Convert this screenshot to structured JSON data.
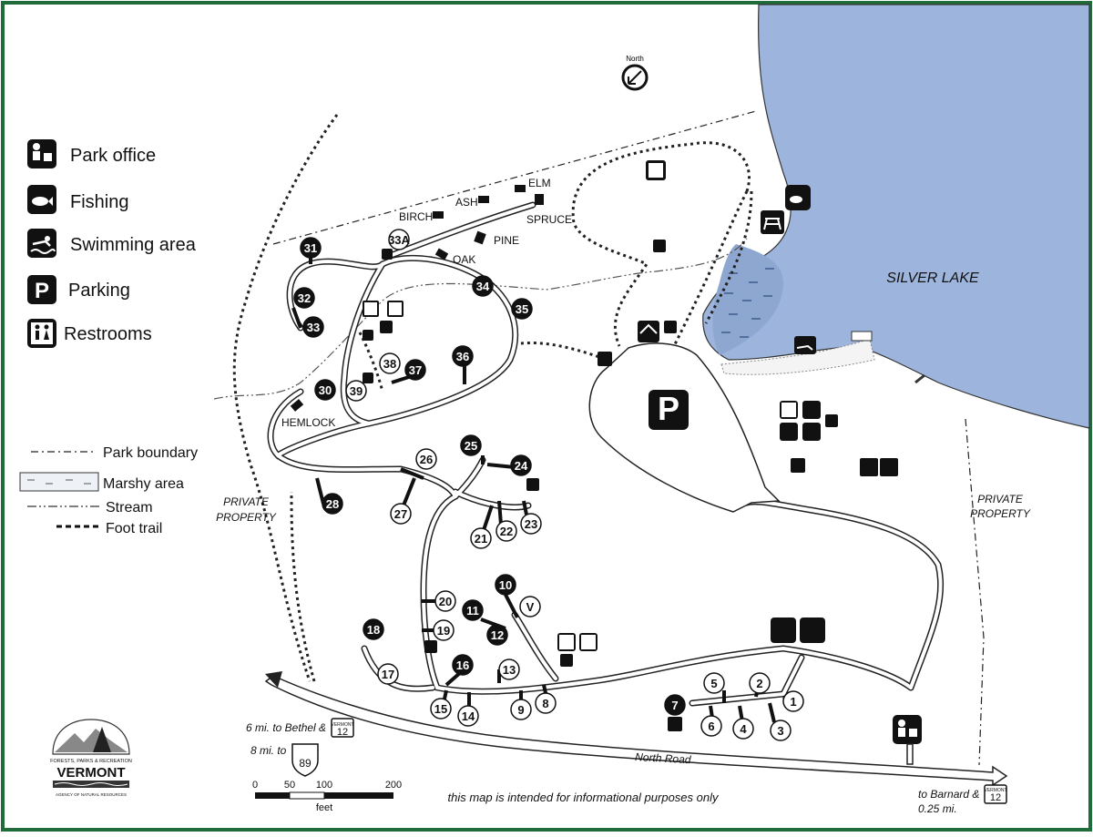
{
  "compass": {
    "label": "North"
  },
  "lake": {
    "name": "SILVER LAKE",
    "color": "#9db4dc"
  },
  "border_color": "#1f6b3a",
  "legend": [
    {
      "icon": "park-office",
      "label": "Park office"
    },
    {
      "icon": "fishing",
      "label": "Fishing"
    },
    {
      "icon": "swimming",
      "label": "Swimming area"
    },
    {
      "icon": "parking",
      "label": "Parking"
    },
    {
      "icon": "restrooms",
      "label": "Restrooms"
    }
  ],
  "line_key": [
    {
      "style": "dash-dot",
      "label": "Park boundary"
    },
    {
      "style": "marsh",
      "label": "Marshy area"
    },
    {
      "style": "dash-dot-dot",
      "label": "Stream"
    },
    {
      "style": "dashed",
      "label": "Foot trail"
    }
  ],
  "lean_tos": [
    "ELM",
    "ASH",
    "BIRCH",
    "SPRUCE",
    "PINE",
    "OAK",
    "HEMLOCK"
  ],
  "sites_filled": [
    "31",
    "32",
    "33",
    "34",
    "35",
    "36",
    "37",
    "30",
    "25",
    "24",
    "28",
    "10",
    "11",
    "12",
    "16",
    "18",
    "7"
  ],
  "sites_open": [
    "33A",
    "38",
    "39",
    "26",
    "27",
    "21",
    "22",
    "23",
    "20",
    "19",
    "17",
    "15",
    "14",
    "13",
    "9",
    "8",
    "V",
    "5",
    "6",
    "4",
    "2",
    "3",
    "1"
  ],
  "labels": {
    "private_property": "PRIVATE PROPERTY",
    "private_word": "PRIVATE",
    "property_word": "PROPERTY",
    "north_road": "North Road",
    "bethel_line1": "6 mi. to Bethel &",
    "bethel_line2": "8 mi. to",
    "route12": "12",
    "route89": "89",
    "vermont_small": "VERMONT",
    "barnard_line1": "to Barnard &",
    "barnard_line2": "0.25 mi.",
    "disclaimer": "this map is intended for informational purposes only",
    "parking_letter": "P"
  },
  "scale_bar": {
    "ticks": [
      "0",
      "50",
      "100",
      "200"
    ],
    "unit": "feet"
  },
  "logo": {
    "line1": "FORESTS, PARKS & RECREATION",
    "line2": "VERMONT",
    "line3": "AGENCY OF NATURAL RESOURCES"
  }
}
